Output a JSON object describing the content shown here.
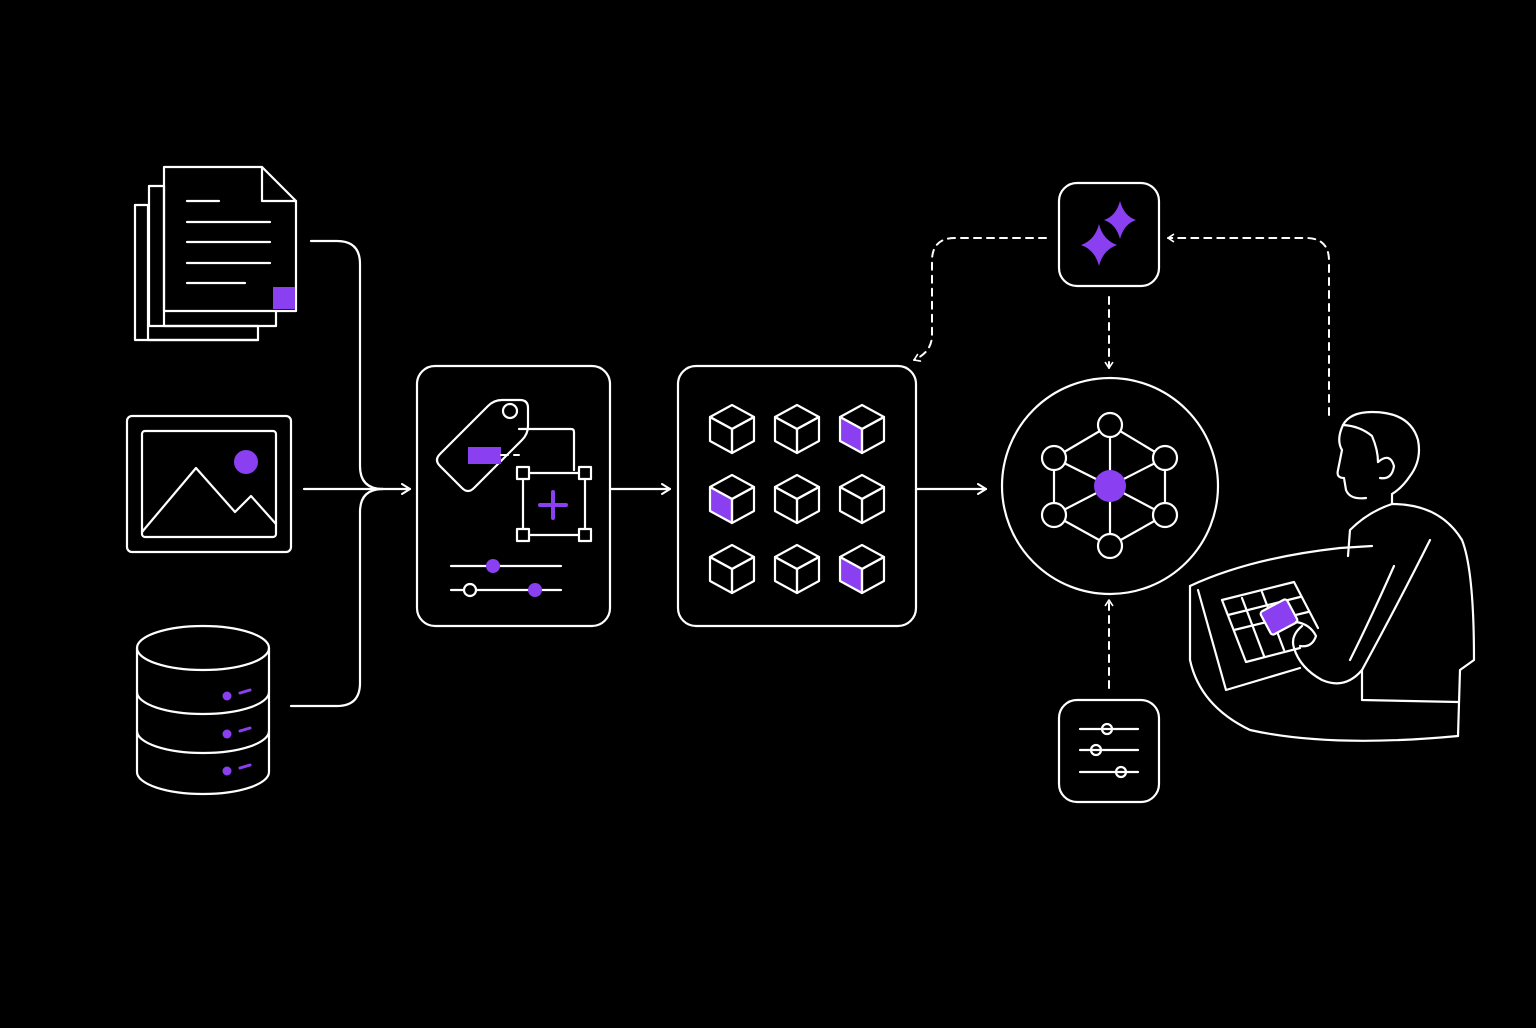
{
  "colors": {
    "background": "#000000",
    "stroke": "#ffffff",
    "accent": "#8a3ff0"
  },
  "icons": {
    "inputs": [
      "documents-icon",
      "image-icon",
      "database-icon"
    ],
    "annotation": "annotation-tools-icon",
    "dataset": "cube-grid-icon",
    "model": "neural-network-icon",
    "ai_feedback": "sparkles-icon",
    "tuning": "sliders-icon",
    "user": "person-with-tablet-icon"
  },
  "dataset_grid": {
    "rows": 3,
    "cols": 3,
    "highlighted": [
      2,
      3,
      8
    ]
  }
}
